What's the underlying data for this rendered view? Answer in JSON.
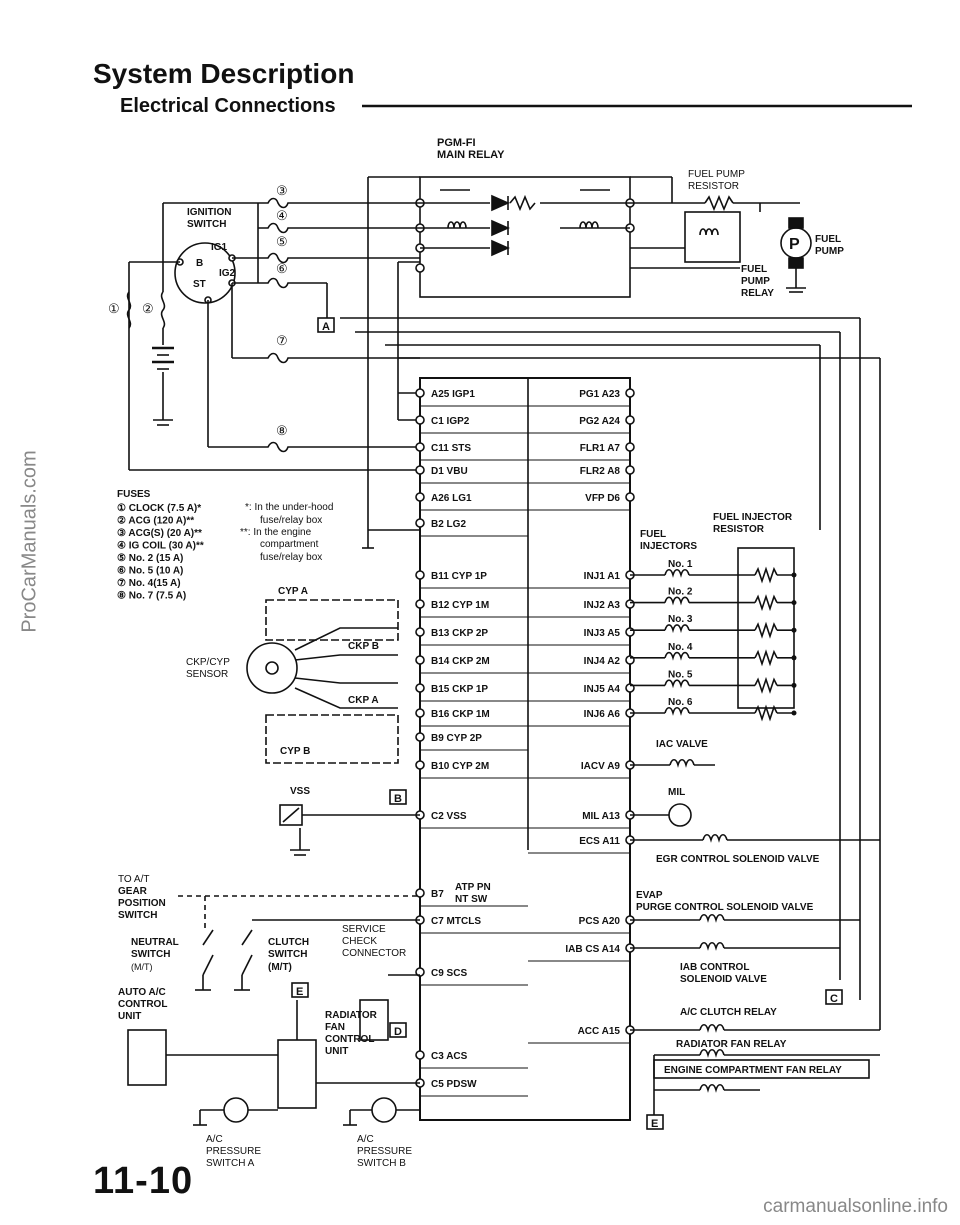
{
  "header": {
    "title": "System Description",
    "subtitle": "Electrical Connections"
  },
  "page_number": "11-10",
  "watermarks": {
    "side": "ProCarManuals.com",
    "footer": "carmanualsonline.info"
  },
  "relay": {
    "title1": "PGM-FI",
    "title2": "MAIN RELAY"
  },
  "fuel_pump_resistor": {
    "l1": "FUEL PUMP",
    "l2": "RESISTOR"
  },
  "fuel_pump": {
    "l1": "FUEL",
    "l2": "PUMP",
    "symbol": "P"
  },
  "fuel_pump_relay": {
    "l1": "FUEL",
    "l2": "PUMP",
    "l3": "RELAY"
  },
  "ignition": {
    "l1": "IGNITION",
    "l2": "SWITCH",
    "ig1": "IG1",
    "ig2": "IG2",
    "b": "B",
    "st": "ST"
  },
  "fuse_nums": {
    "n1": "①",
    "n2": "②",
    "n3": "③",
    "n4": "④",
    "n5": "⑤",
    "n6": "⑥",
    "n7": "⑦",
    "n8": "⑧"
  },
  "fuses": {
    "title": "FUSES",
    "items": [
      "① CLOCK (7.5 A)*",
      "② ACG (120 A)**",
      "③ ACG(S) (20 A)**",
      "④ IG COIL (30 A)**",
      "⑤ No. 2 (15 A)",
      "⑥ No. 5 (10 A)",
      "⑦ No. 4(15 A)",
      "⑧ No. 7 (7.5 A)"
    ],
    "note1a": "*: In the under-hood",
    "note1b": "fuse/relay box",
    "note2a": "**: In the engine",
    "note2b": "compartment",
    "note2c": "fuse/relay box"
  },
  "ecu_left": [
    "A25 IGP1",
    "C1 IGP2",
    "C11 STS",
    "D1 VBU",
    "A26 LG1",
    "B2 LG2",
    "B11 CYP 1P",
    "B12 CYP 1M",
    "B13 CKP 2P",
    "B14 CKP 2M",
    "B15 CKP 1P",
    "B16 CKP 1M",
    "B9 CYP 2P",
    "B10 CYP 2M",
    "C2 VSS",
    "B7",
    "C7 MTCLS",
    "C9 SCS",
    "C3 ACS",
    "C5 PDSW"
  ],
  "ecu_b7_label": {
    "l1": "ATP PN",
    "l2": "NT SW"
  },
  "ecu_right": [
    "PG1 A23",
    "PG2 A24",
    "FLR1 A7",
    "FLR2 A8",
    "VFP D6",
    "INJ1 A1",
    "INJ2 A3",
    "INJ3 A5",
    "INJ4 A2",
    "INJ5 A4",
    "INJ6 A6",
    "IACV A9",
    "MIL A13",
    "ECS A11",
    "PCS A20",
    "IAB CS A14",
    "ACC A15"
  ],
  "injectors": {
    "title1": "FUEL",
    "title2": "INJECTORS",
    "res1": "FUEL INJECTOR",
    "res2": "RESISTOR",
    "nums": [
      "No. 1",
      "No. 2",
      "No. 3",
      "No. 4",
      "No. 5",
      "No. 6"
    ]
  },
  "sensor": {
    "l1": "CKP/CYP",
    "l2": "SENSOR",
    "cyp_a": "CYP A",
    "ckp_b": "CKP B",
    "ckp_a": "CKP A",
    "cyp_b": "CYP B"
  },
  "vss": "VSS",
  "right_devices": {
    "iac": "IAC VALVE",
    "mil": "MIL",
    "egr": "EGR CONTROL SOLENOID VALVE",
    "evap1": "EVAP",
    "evap2": "PURGE CONTROL SOLENOID VALVE",
    "iab1": "IAB CONTROL",
    "iab2": "SOLENOID VALVE",
    "acc": "A/C CLUTCH RELAY",
    "rad": "RADIATOR FAN RELAY",
    "eng": "ENGINE COMPARTMENT FAN RELAY"
  },
  "bottom_left": {
    "atgear1": "TO A/T",
    "atgear2": "GEAR",
    "atgear3": "POSITION",
    "atgear4": "SWITCH",
    "neutral1": "NEUTRAL",
    "neutral2": "SWITCH",
    "neutral3": "(M/T)",
    "clutch1": "CLUTCH",
    "clutch2": "SWITCH",
    "clutch3": "(M/T)",
    "acctl1": "AUTO A/C",
    "acctl2": "CONTROL",
    "acctl3": "UNIT",
    "svc1": "SERVICE",
    "svc2": "CHECK",
    "svc3": "CONNECTOR",
    "rfcu1": "RADIATOR",
    "rfcu2": "FAN",
    "rfcu3": "CONTROL",
    "rfcu4": "UNIT",
    "psa1": "A/C",
    "psa2": "PRESSURE",
    "psa3": "SWITCH A",
    "psb1": "A/C",
    "psb2": "PRESSURE",
    "psb3": "SWITCH B"
  },
  "connectors": {
    "a": "A",
    "b": "B",
    "c": "C",
    "d": "D",
    "e": "E"
  }
}
